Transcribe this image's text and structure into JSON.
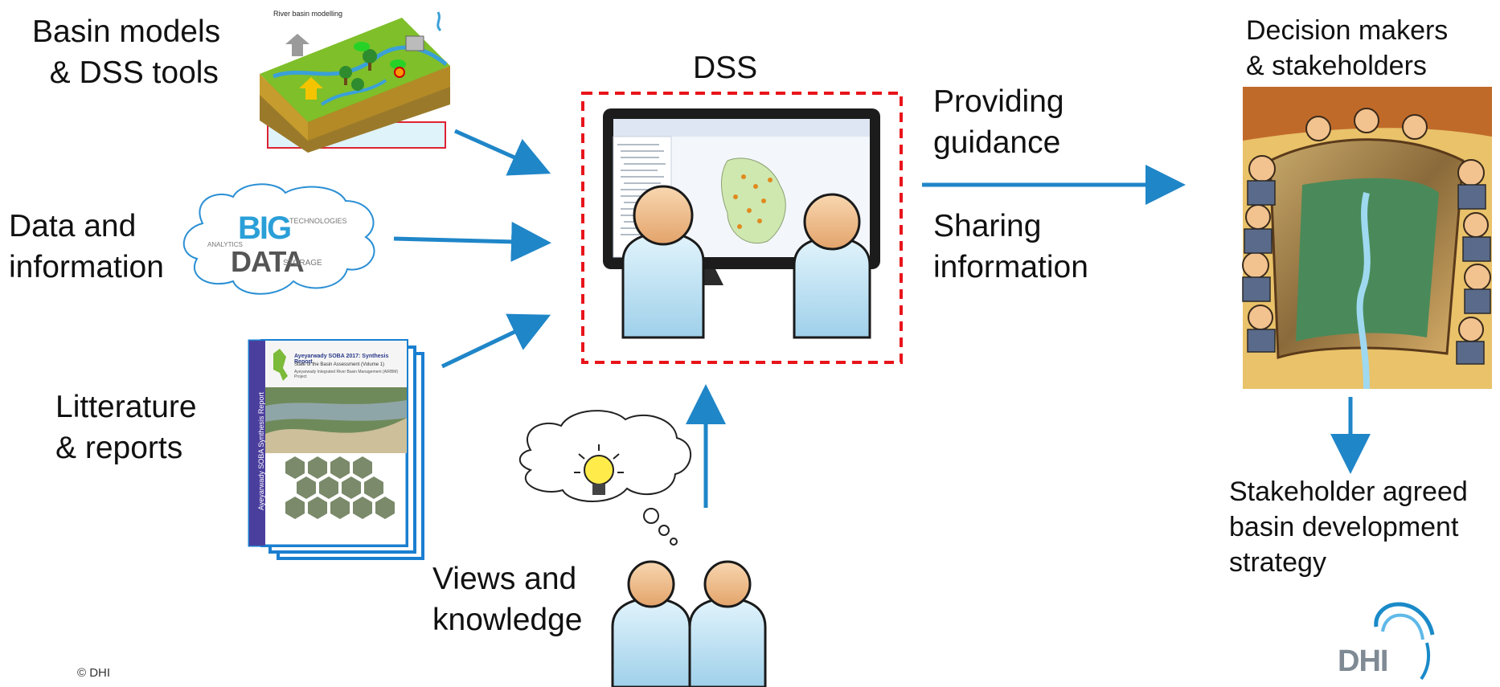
{
  "labels": {
    "basin_models": "Basin models\n  & DSS tools",
    "data_info": "Data and\ninformation",
    "literature": "Litterature\n& reports",
    "views": "Views and\nknowledge",
    "dss": "DSS",
    "providing": "Providing\nguidance",
    "sharing": "Sharing\ninformation",
    "decision_makers": "Decision makers\n& stakeholders",
    "strategy": "Stakeholder agreed\nbasin development\nstrategy",
    "copyright": "© DHI"
  },
  "images": {
    "basin_caption": "River basin modelling",
    "cloud_words": [
      "BIG",
      "DATA",
      "ANALYTICS",
      "STORAGE",
      "TECHNOLOGIES"
    ],
    "report_title": "Ayeyarwady SOBA 2017: Synthesis Report",
    "report_subtitle": "State of the Basin Assessment (Volume 1)",
    "report_subtitle2": "Ayeyarwady Integrated River Basin Management (AIRBM) Project",
    "report_spine": "Ayeyarwady SOBA Synthesis Report"
  },
  "logo": {
    "text": "DHI",
    "color": "#1a8ac8"
  },
  "colors": {
    "arrow": "#1f86c8",
    "dss_border": "#e8141a",
    "person_shirt": "#bfe3f5",
    "person_head": "#f2c28f"
  }
}
